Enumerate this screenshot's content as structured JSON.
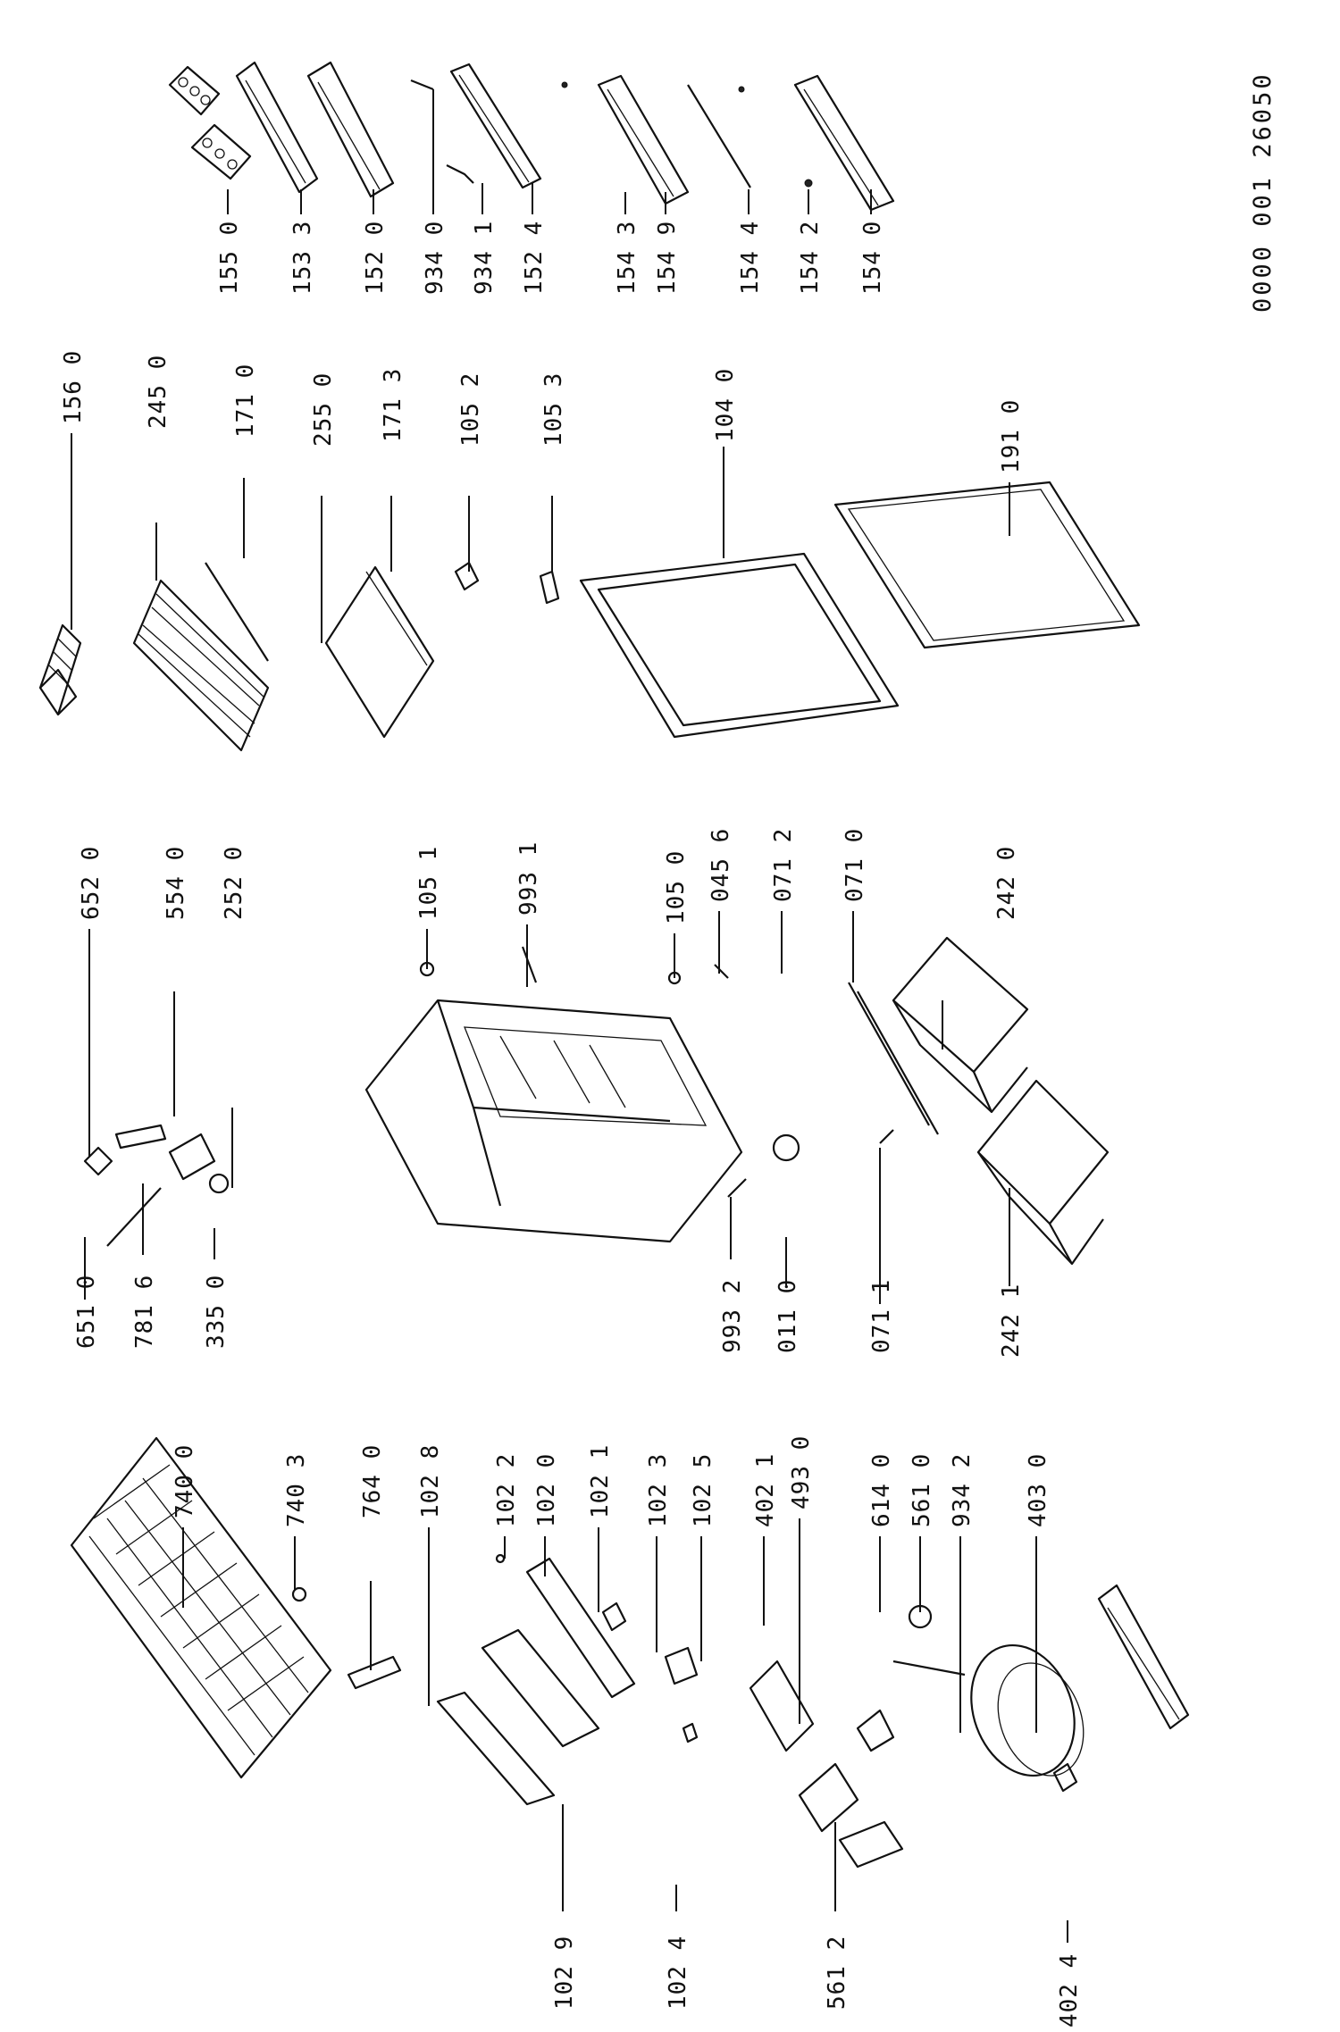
{
  "document_number": "0000 001 26050",
  "labels": [
    {
      "id": "155-0",
      "text": "155 0"
    },
    {
      "id": "153-3",
      "text": "153 3"
    },
    {
      "id": "152-0",
      "text": "152 0"
    },
    {
      "id": "934-0",
      "text": "934 0"
    },
    {
      "id": "934-1",
      "text": "934 1"
    },
    {
      "id": "152-4",
      "text": "152 4"
    },
    {
      "id": "154-3",
      "text": "154 3"
    },
    {
      "id": "154-9",
      "text": "154 9"
    },
    {
      "id": "154-4",
      "text": "154 4"
    },
    {
      "id": "154-2",
      "text": "154 2"
    },
    {
      "id": "154-0",
      "text": "154 0"
    },
    {
      "id": "156-0",
      "text": "156 0"
    },
    {
      "id": "245-0",
      "text": "245 0"
    },
    {
      "id": "171-0",
      "text": "171 0"
    },
    {
      "id": "255-0",
      "text": "255 0"
    },
    {
      "id": "171-3",
      "text": "171 3"
    },
    {
      "id": "105-2",
      "text": "105 2"
    },
    {
      "id": "105-3",
      "text": "105 3"
    },
    {
      "id": "104-0",
      "text": "104 0"
    },
    {
      "id": "191-0",
      "text": "191 0"
    },
    {
      "id": "652-0",
      "text": "652 0"
    },
    {
      "id": "554-0",
      "text": "554 0"
    },
    {
      "id": "252-0",
      "text": "252 0"
    },
    {
      "id": "105-1",
      "text": "105 1"
    },
    {
      "id": "993-1",
      "text": "993 1"
    },
    {
      "id": "105-0",
      "text": "105 0"
    },
    {
      "id": "045-6",
      "text": "045 6"
    },
    {
      "id": "071-2",
      "text": "071 2"
    },
    {
      "id": "071-0",
      "text": "071 0"
    },
    {
      "id": "242-0",
      "text": "242 0"
    },
    {
      "id": "651-0",
      "text": "651 0"
    },
    {
      "id": "781-6",
      "text": "781 6"
    },
    {
      "id": "335-0",
      "text": "335 0"
    },
    {
      "id": "993-2",
      "text": "993 2"
    },
    {
      "id": "011-0",
      "text": "011 0"
    },
    {
      "id": "071-1",
      "text": "071 1"
    },
    {
      "id": "242-1",
      "text": "242 1"
    },
    {
      "id": "740-0",
      "text": "740 0"
    },
    {
      "id": "740-3",
      "text": "740 3"
    },
    {
      "id": "764-0",
      "text": "764 0"
    },
    {
      "id": "102-8",
      "text": "102 8"
    },
    {
      "id": "102-2",
      "text": "102 2"
    },
    {
      "id": "102-0",
      "text": "102 0"
    },
    {
      "id": "102-1",
      "text": "102 1"
    },
    {
      "id": "102-3",
      "text": "102 3"
    },
    {
      "id": "102-5",
      "text": "102 5"
    },
    {
      "id": "402-1",
      "text": "402 1"
    },
    {
      "id": "493-0",
      "text": "493 0"
    },
    {
      "id": "614-0",
      "text": "614 0"
    },
    {
      "id": "561-0",
      "text": "561 0"
    },
    {
      "id": "934-2",
      "text": "934 2"
    },
    {
      "id": "403-0",
      "text": "403 0"
    },
    {
      "id": "102-9",
      "text": "102 9"
    },
    {
      "id": "102-4",
      "text": "102 4"
    },
    {
      "id": "561-2",
      "text": "561 2"
    },
    {
      "id": "402-4",
      "text": "402 4"
    }
  ]
}
